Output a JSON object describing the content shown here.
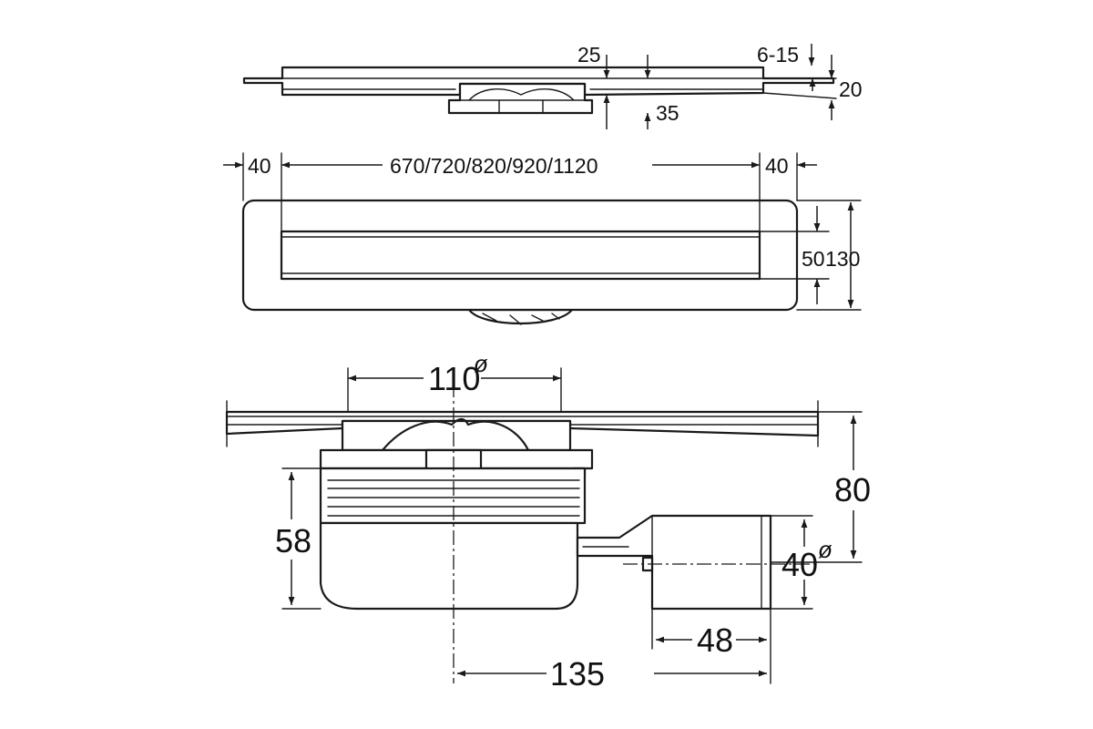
{
  "top_view": {
    "dim_25": "25",
    "dim_6_15": "6-15",
    "dim_20": "20",
    "dim_35": "35"
  },
  "plan_view": {
    "dim_left_40": "40",
    "dim_lengths": "670/720/820/920/1120",
    "dim_right_40": "40",
    "dim_50": "50",
    "dim_130": "130"
  },
  "section_view": {
    "dim_110": "110",
    "diameter_symbol": "ø",
    "dim_80": "80",
    "dim_58": "58",
    "dim_40": "40",
    "dim_48": "48",
    "dim_135": "135"
  }
}
